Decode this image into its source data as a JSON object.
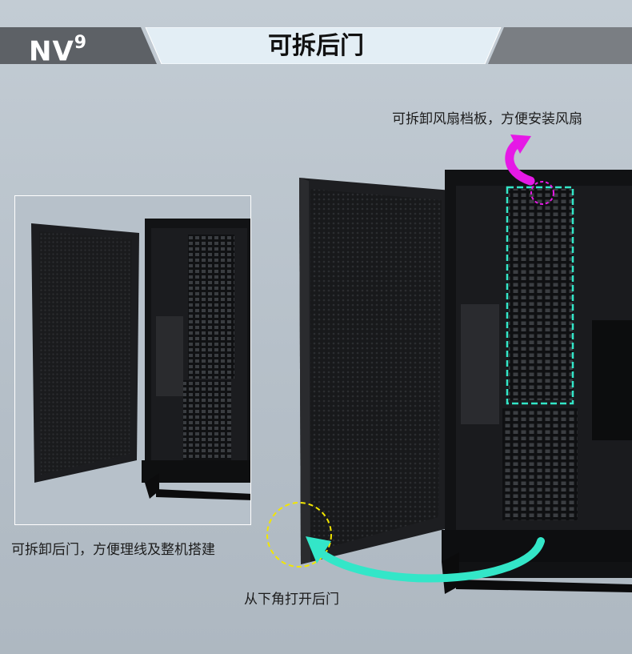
{
  "header": {
    "logo": "NV",
    "logo_sup": "9",
    "title": "可拆后门"
  },
  "captions": {
    "fan_bracket": "可拆卸风扇档板，方便安装风扇",
    "rear_door": "可拆卸后门，方便理线及整机搭建",
    "open_from_corner": "从下角打开后门"
  },
  "colors": {
    "header_dark": "#5d6166",
    "header_light": "#e3eef5",
    "accent_magenta": "#e619e6",
    "accent_cyan": "#33e6c8",
    "accent_yellow": "#f2e600",
    "case_black": "#141517"
  }
}
